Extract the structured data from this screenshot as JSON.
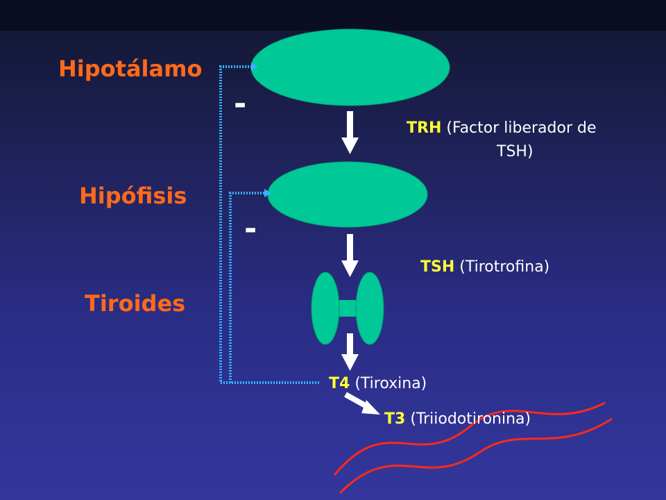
{
  "labels": {
    "hypothalamus": "Hipotálamo",
    "pituitary": "Hipófisis",
    "thyroid": "Tiroides"
  },
  "hormones": {
    "trh": {
      "abbr": "TRH",
      "desc_line1": "(Factor liberador de",
      "desc_line2": "TSH)"
    },
    "tsh": {
      "abbr": "TSH",
      "desc": "(Tirotrofina)"
    },
    "t4": {
      "abbr": "T4",
      "desc": "(Tiroxina)"
    },
    "t3": {
      "abbr": "T3",
      "desc": "(Triiodotironina)"
    }
  },
  "feedback": {
    "sign": "-"
  },
  "colors": {
    "organ": "#00c896",
    "label": "#ff6a1a",
    "abbr": "#ffff33",
    "feedback": "#33b5ff",
    "wave": "#ff2a1a"
  }
}
